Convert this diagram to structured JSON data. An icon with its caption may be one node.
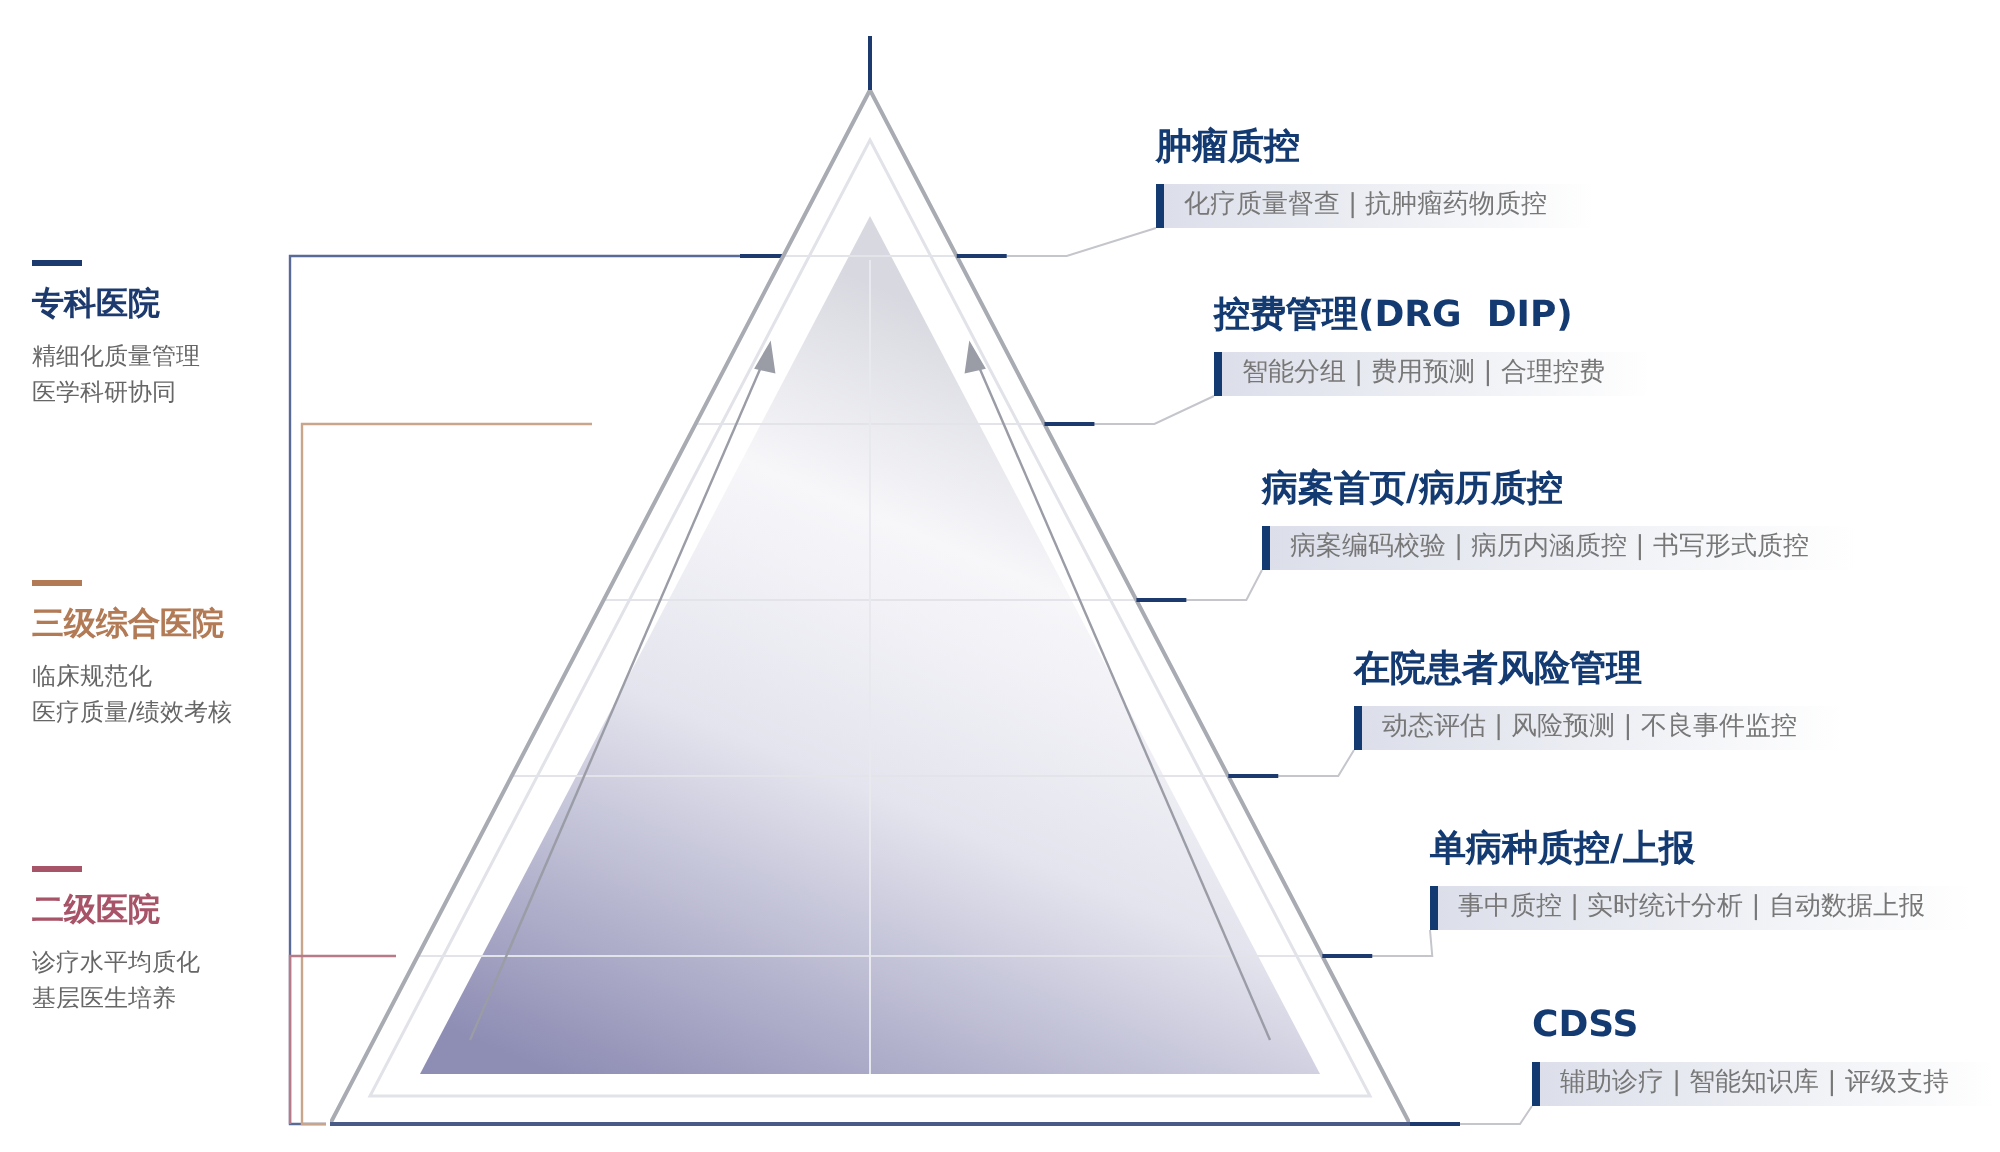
{
  "diagram": {
    "nodes": [
      {
        "text": [
          "专科医院",
          "精细化质量管理",
          "医学科研协同"
        ]
      },
      {
        "text": [
          "三级综合医院",
          "临床规范化",
          "医疗质量/绩效考核"
        ]
      },
      {
        "text": [
          "二级医院",
          "诊疗水平均质化",
          "基层医生培养"
        ]
      },
      {
        "text": [],
        "shape": "triangle"
      },
      {
        "text": [
          "肿瘤质控",
          "化疗质量督查 | 抗肿瘤药物质控"
        ]
      },
      {
        "text": [
          "控费管理(DRG  DIP)",
          "智能分组 | 费用预测 | 合理控费"
        ]
      },
      {
        "text": [
          "病案首页/病历质控",
          "病案编码校验 | 病历内涵质控 | 书写形式质控"
        ]
      },
      {
        "text": [
          "在院患者风险管理",
          "动态评估 | 风险预测 | 不良事件监控"
        ]
      },
      {
        "text": [
          "单病种质控/上报",
          "事中质控 | 实时统计分析 | 自动数据上报"
        ]
      },
      {
        "text": [
          "CDSS",
          "辅助诊疗 | 智能知识库 | 评级支持"
        ]
      }
    ],
    "edges": [
      {
        "from": 4,
        "to": 3,
        "arrow": "none"
      },
      {
        "from": 5,
        "to": 3,
        "arrow": "none"
      },
      {
        "from": 6,
        "to": 3,
        "arrow": "none"
      },
      {
        "from": 7,
        "to": 3,
        "arrow": "none"
      },
      {
        "from": 8,
        "to": 3,
        "arrow": "none"
      },
      {
        "from": 9,
        "to": 3,
        "arrow": "none"
      }
    ]
  }
}
